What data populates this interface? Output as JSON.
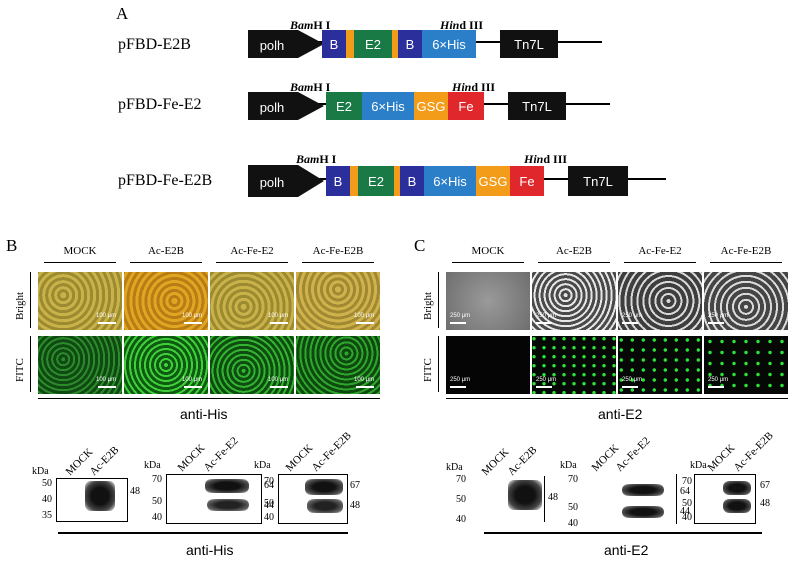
{
  "panel_a": {
    "letter": "A",
    "constructs": [
      {
        "name": "pFBD-E2B",
        "site1_italic": "Bam",
        "site1_rest": "H I",
        "site2_italic": "Hin",
        "site2_rest": "d III",
        "segments": [
          "polh",
          "B",
          "E2",
          "B",
          "6×His",
          "Tn7L"
        ]
      },
      {
        "name": "pFBD-Fe-E2",
        "site1_italic": "Bam",
        "site1_rest": "H I",
        "site2_italic": "Hin",
        "site2_rest": "d III",
        "segments": [
          "polh",
          "E2",
          "6×His",
          "GSG",
          "Fe",
          "Tn7L"
        ]
      },
      {
        "name": "pFBD-Fe-E2B",
        "site1_italic": "Bam",
        "site1_rest": "H I",
        "site2_italic": "Hin",
        "site2_rest": "d III",
        "segments": [
          "polh",
          "B",
          "E2",
          "B",
          "6×His",
          "GSG",
          "Fe",
          "Tn7L"
        ]
      }
    ],
    "colors": {
      "B": "#2b2f9b",
      "E2": "#1a7a45",
      "His": "#2b7fc8",
      "GSG": "#f39c1a",
      "Fe": "#e0282c",
      "spacer": "#f39c1a",
      "dark": "#111111"
    }
  },
  "panel_b": {
    "letter": "B",
    "columns": [
      "MOCK",
      "Ac-E2B",
      "Ac-Fe-E2",
      "Ac-Fe-E2B"
    ],
    "rows": [
      "Bright",
      "FITC"
    ],
    "scale_bar": "100 μm",
    "caption": "anti-His",
    "blots": [
      {
        "lanes": [
          "MOCK",
          "Ac-E2B"
        ],
        "markers": [
          "50",
          "40",
          "35"
        ],
        "bands": [
          "48"
        ]
      },
      {
        "lanes": [
          "MOCK",
          "Ac-Fe-E2"
        ],
        "markers": [
          "70",
          "50",
          "40"
        ],
        "bands": [
          "64",
          "44"
        ]
      },
      {
        "lanes": [
          "MOCK",
          "Ac-Fe-E2B"
        ],
        "markers": [
          "70",
          "50",
          "40"
        ],
        "bands": [
          "67",
          "48"
        ]
      }
    ],
    "kda": "kDa",
    "blot_caption": "anti-His"
  },
  "panel_c": {
    "letter": "C",
    "columns": [
      "MOCK",
      "Ac-E2B",
      "Ac-Fe-E2",
      "Ac-Fe-E2B"
    ],
    "rows": [
      "Bright",
      "FITC"
    ],
    "scale_bar": "250 μm",
    "caption": "anti-E2",
    "blots": [
      {
        "lanes": [
          "MOCK",
          "Ac-E2B"
        ],
        "markers": [
          "70",
          "50",
          "40"
        ],
        "bands": [
          "48"
        ]
      },
      {
        "lanes": [
          "MOCK",
          "Ac-Fe-E2"
        ],
        "markers": [
          "70",
          "50",
          "40"
        ],
        "bands": [
          "64",
          "44"
        ]
      },
      {
        "lanes": [
          "MOCK",
          "Ac-Fe-E2B"
        ],
        "markers": [
          "70",
          "50",
          "40"
        ],
        "bands": [
          "67",
          "48"
        ]
      }
    ],
    "kda": "kDa",
    "blot_caption": "anti-E2"
  }
}
